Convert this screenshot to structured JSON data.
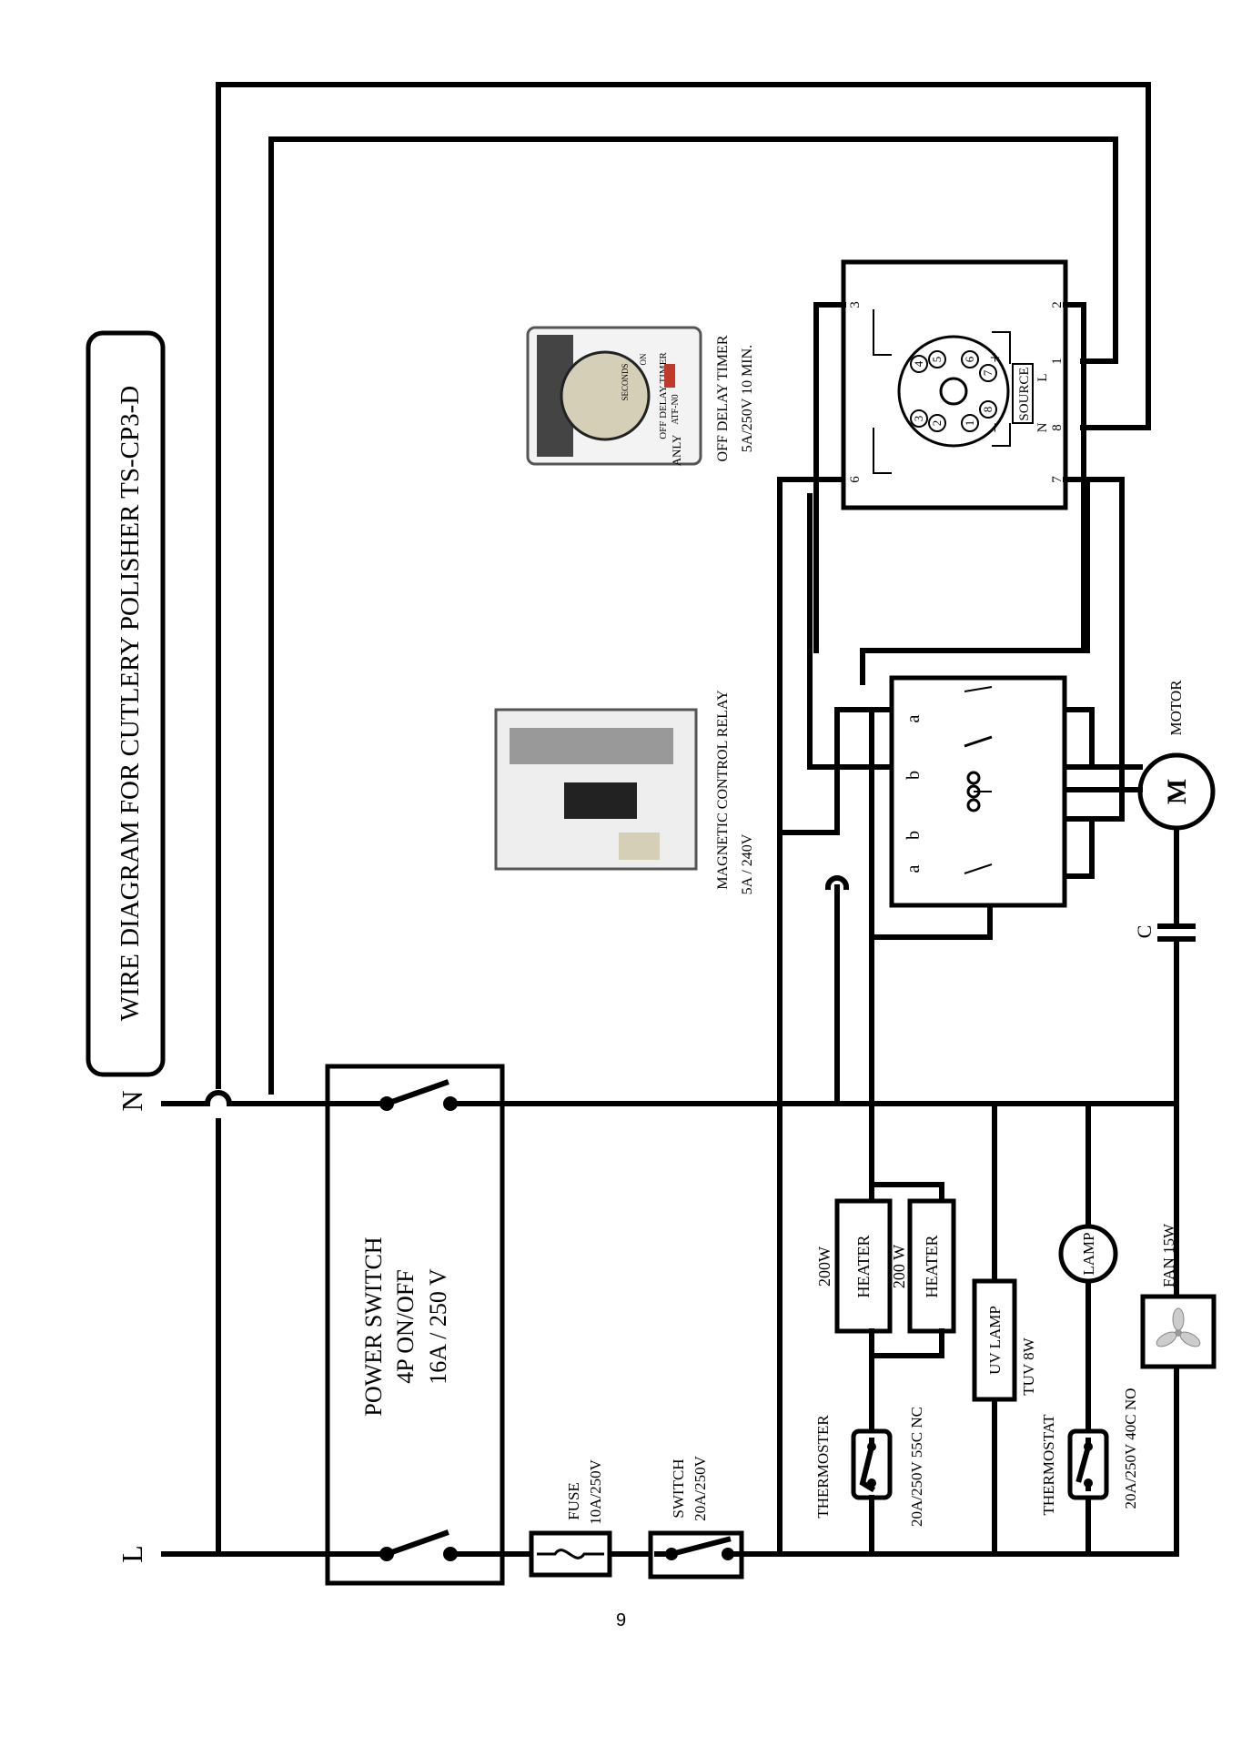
{
  "title": "WIRE DIAGRAM FOR CUTLERY POLISHER TS-CP3-D",
  "lines": {
    "live": "L",
    "neutral": "N"
  },
  "power_switch": {
    "name": "POWER SWITCH",
    "type": "4P ON/OFF",
    "rating": "16A / 250 V"
  },
  "fuse": {
    "name": "FUSE",
    "rating": "10A/250V"
  },
  "switch": {
    "name": "SWITCH",
    "rating": "20A/250V"
  },
  "heater_1": {
    "power": "200W",
    "name": "HEATER"
  },
  "heater_2": {
    "power": "200 W",
    "name": "HEATER"
  },
  "thermoster": {
    "name": "THERMOSTER",
    "rating": "20A/250V 55C NC"
  },
  "uv_lamp": {
    "name": "UV LAMP",
    "rating": "TUV 8W"
  },
  "lamp": {
    "name": "LAMP"
  },
  "thermostat": {
    "name": "THERMOSTAT",
    "rating": "20A/250V 40C NO"
  },
  "fan": {
    "name": "FAN 15W"
  },
  "relay": {
    "name": "MAGNETIC CONTROL RELAY",
    "rating": "5A / 240V",
    "contact_labels": [
      "a",
      "b",
      "b",
      "a"
    ]
  },
  "timer": {
    "name": "OFF DELAY TIMER",
    "rating": "5A/250V 10 MIN.",
    "pins": [
      "3",
      "2",
      "1",
      "8",
      "7",
      "6"
    ],
    "source_label": "SOURCE",
    "source_l": "L",
    "source_n": "N",
    "plus": "+",
    "minus": "−",
    "inner_pins": [
      "4",
      "5",
      "6",
      "7",
      "8",
      "1",
      "2",
      "3"
    ]
  },
  "motor": {
    "name": "MOTOR",
    "symbol": "M"
  },
  "capacitor": {
    "name": "C"
  },
  "photo_timer": {
    "brand": "ANLY",
    "label": "OFF DELAY TIMER",
    "model": "ATF-N0",
    "dial": "SECONDS",
    "on": "ON"
  },
  "page_number": "9"
}
